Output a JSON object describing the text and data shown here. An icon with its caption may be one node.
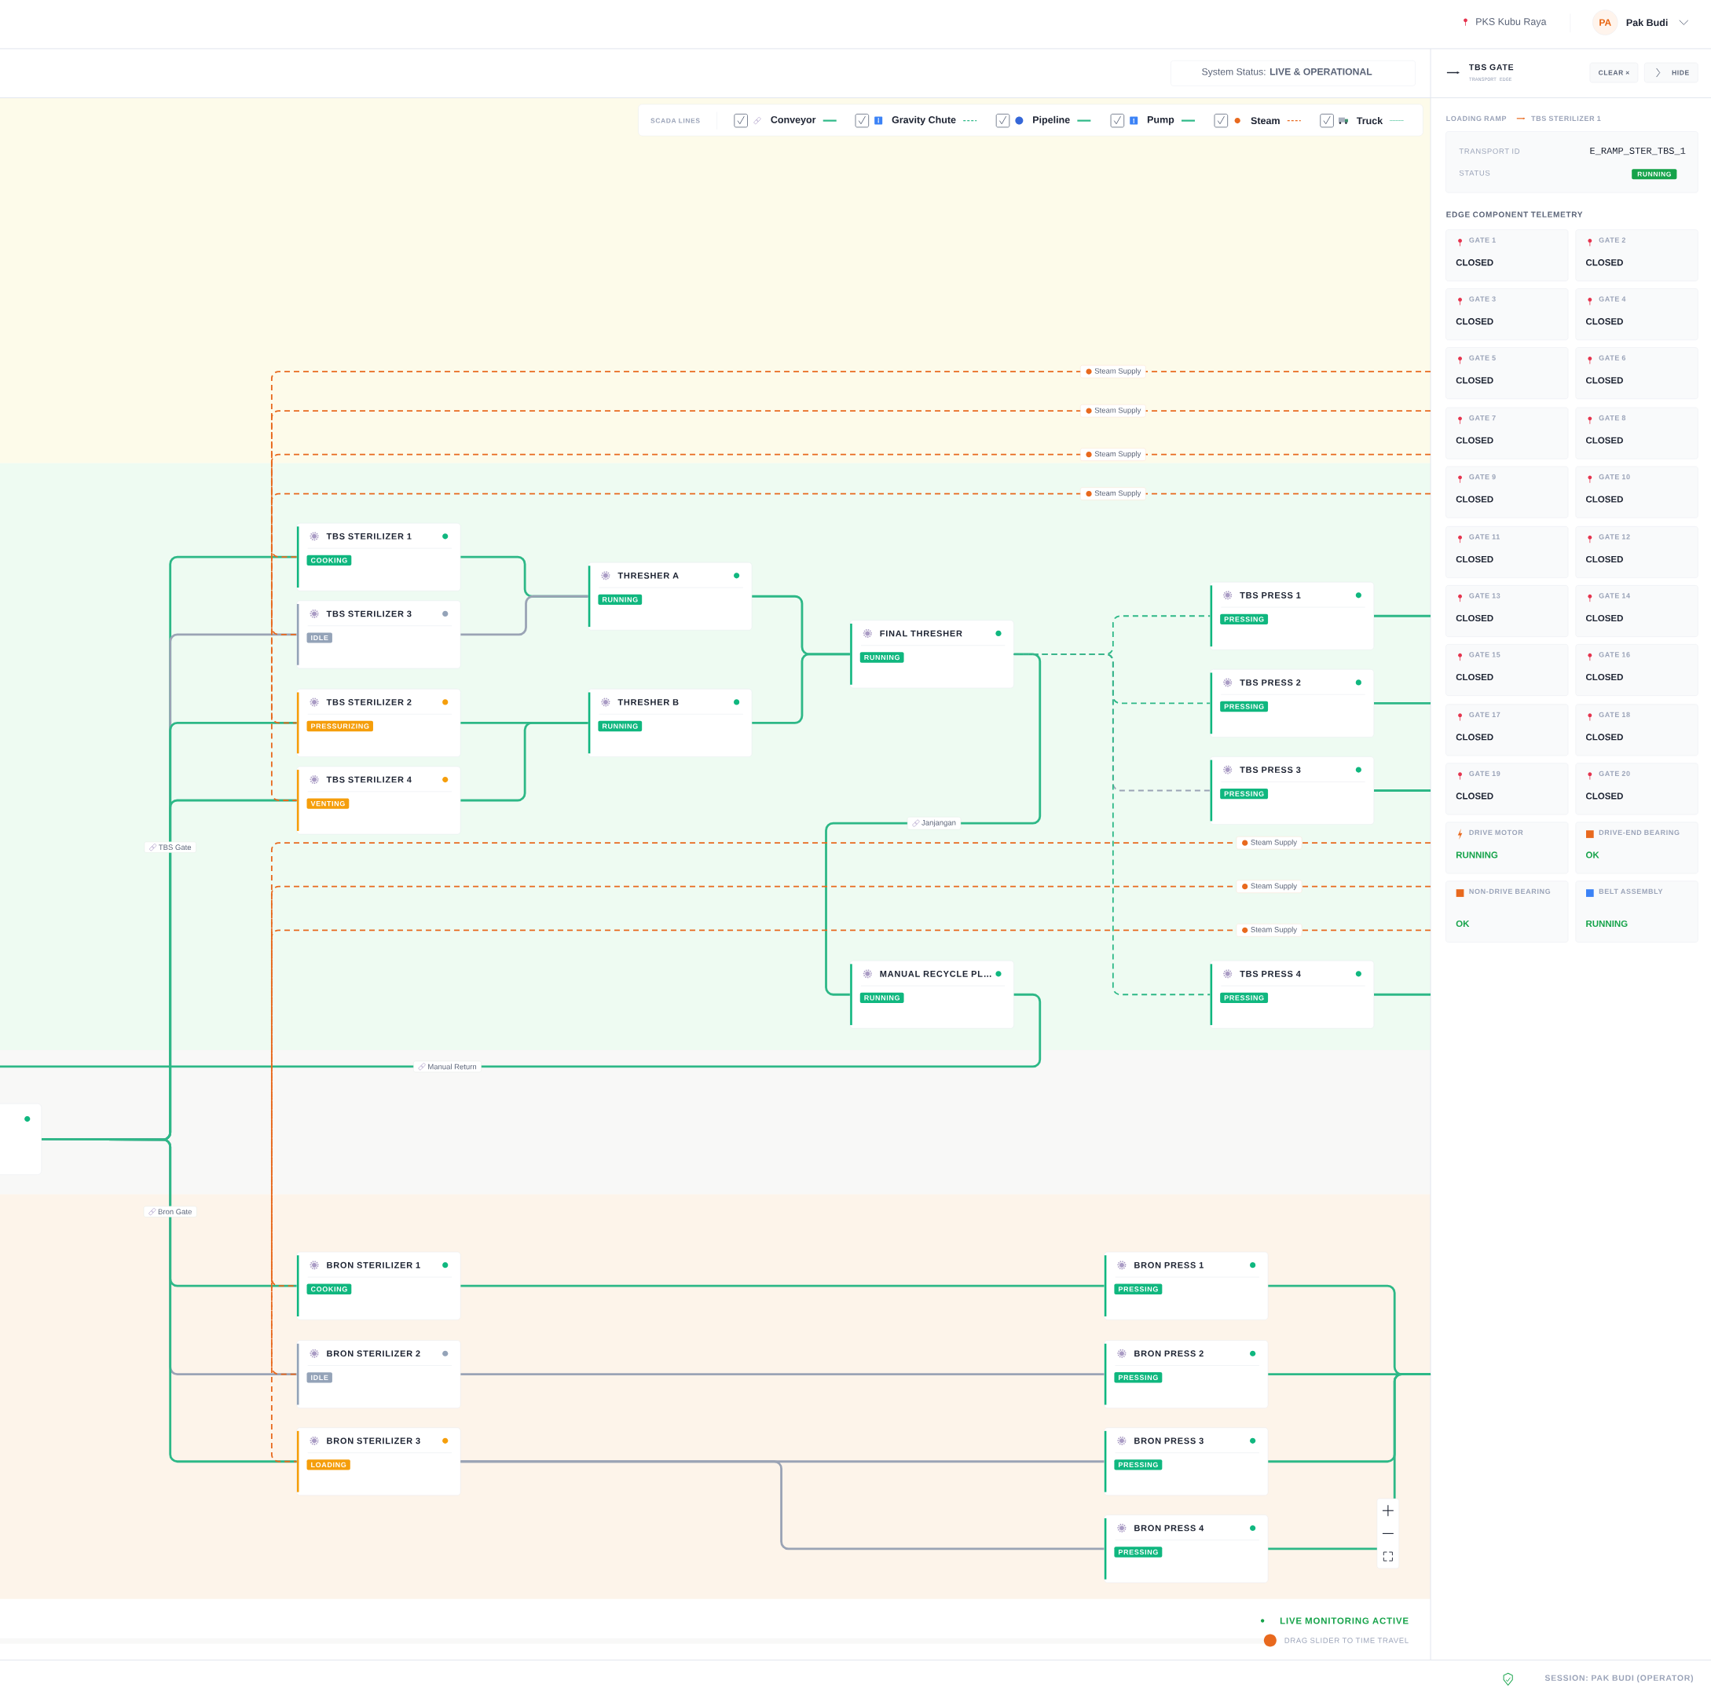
{
  "diagram": {
    "nodes": [
      {
        "text": [
          "TBS STERILIZER 1",
          "COOKING"
        ]
      },
      {
        "text": [
          "TBS STERILIZER 3",
          "IDLE"
        ]
      },
      {
        "text": [
          "TBS STERILIZER 2",
          "PRESSURIZING"
        ]
      },
      {
        "text": [
          "TBS STERILIZER 4",
          "VENTING"
        ]
      },
      {
        "text": [
          "THRESHER A",
          "RUNNING"
        ]
      },
      {
        "text": [
          "THRESHER B",
          "RUNNING"
        ]
      },
      {
        "text": [
          "FINAL THRESHER",
          "RUNNING"
        ]
      },
      {
        "text": [
          "MANUAL RECYCLE PL…",
          "RUNNING"
        ]
      },
      {
        "text": [
          "TBS PRESS 1",
          "PRESSING"
        ]
      },
      {
        "text": [
          "TBS PRESS 2",
          "PRESSING"
        ]
      },
      {
        "text": [
          "TBS PRESS 3",
          "PRESSING"
        ]
      },
      {
        "text": [
          "TBS PRESS 4",
          "PRESSING"
        ]
      },
      {
        "text": [
          "BRON STERILIZER 1",
          "COOKING"
        ]
      },
      {
        "text": [
          "BRON STERILIZER 2",
          "IDLE"
        ]
      },
      {
        "text": [
          "BRON STERILIZER 3",
          "LOADING"
        ]
      },
      {
        "text": [
          "BRON PRESS 1",
          "PRESSING"
        ]
      },
      {
        "text": [
          "BRON PRESS 2",
          "PRESSING"
        ]
      },
      {
        "text": [
          "BRON PRESS 3",
          "PRESSING"
        ]
      },
      {
        "text": [
          "BRON PRESS 4",
          "PRESSING"
        ]
      },
      {
        "text": [],
        "shape": "box"
      }
    ],
    "edges": [
      {
        "from": 19,
        "to": 0,
        "arrow": "none",
        "label": "TBS Gate"
      },
      {
        "from": 19,
        "to": 1,
        "arrow": "none",
        "color": "#9aa3b5"
      },
      {
        "from": 19,
        "to": 2,
        "arrow": "none"
      },
      {
        "from": 19,
        "to": 3,
        "arrow": "none"
      },
      {
        "from": 19,
        "to": 12,
        "arrow": "none",
        "label": "Bron Gate"
      },
      {
        "from": 19,
        "to": 13,
        "arrow": "none",
        "color": "#9aa3b5"
      },
      {
        "from": 19,
        "to": 14,
        "arrow": "none"
      },
      {
        "from": 0,
        "to": 4,
        "arrow": "none"
      },
      {
        "from": 1,
        "to": 4,
        "arrow": "none",
        "color": "#9aa3b5"
      },
      {
        "from": 2,
        "to": 5,
        "arrow": "none"
      },
      {
        "from": 3,
        "to": 5,
        "arrow": "none"
      },
      {
        "from": 4,
        "to": 6,
        "arrow": "none"
      },
      {
        "from": 5,
        "to": 6,
        "arrow": "none"
      },
      {
        "from": 6,
        "to": 7,
        "arrow": "none",
        "label": "Janjangan"
      },
      {
        "from": 6,
        "to": 8,
        "arrow": "none",
        "style": "dashed"
      },
      {
        "from": 6,
        "to": 9,
        "arrow": "none",
        "style": "dashed"
      },
      {
        "from": 6,
        "to": 10,
        "arrow": "none",
        "style": "dashed",
        "color": "#9aa3b5"
      },
      {
        "from": 6,
        "to": 11,
        "arrow": "none",
        "style": "dashed"
      },
      {
        "from": 7,
        "to": 19,
        "arrow": "none",
        "label": "Manual Return"
      },
      {
        "from": 8,
        "to": null,
        "arrow": "none"
      },
      {
        "from": 9,
        "to": null,
        "arrow": "none"
      },
      {
        "from": 10,
        "to": null,
        "arrow": "none"
      },
      {
        "from": 11,
        "to": null,
        "arrow": "none"
      },
      {
        "from": 12,
        "to": 15,
        "arrow": "none"
      },
      {
        "from": 13,
        "to": 16,
        "arrow": "none",
        "color": "#9aa3b5"
      },
      {
        "from": 14,
        "to": 17,
        "arrow": "none",
        "color": "#9aa3b5"
      },
      {
        "from": 14,
        "to": 18,
        "arrow": "none",
        "color": "#9aa3b5"
      },
      {
        "from": 15,
        "to": null,
        "arrow": "none"
      },
      {
        "from": 16,
        "to": null,
        "arrow": "none"
      },
      {
        "from": 17,
        "to": null,
        "arrow": "none"
      },
      {
        "from": 18,
        "to": null,
        "arrow": "none"
      },
      {
        "from": null,
        "to": 0,
        "arrow": "none",
        "label": "Steam Supply",
        "style": "dashed",
        "color": "#e8691e"
      },
      {
        "from": null,
        "to": 1,
        "arrow": "none",
        "label": "Steam Supply",
        "style": "dashed",
        "color": "#e8691e"
      },
      {
        "from": null,
        "to": 2,
        "arrow": "none",
        "label": "Steam Supply",
        "style": "dashed",
        "color": "#e8691e"
      },
      {
        "from": null,
        "to": 3,
        "arrow": "none",
        "label": "Steam Supply",
        "style": "dashed",
        "color": "#e8691e"
      },
      {
        "from": null,
        "to": 12,
        "arrow": "none",
        "label": "Steam Supply",
        "style": "dashed",
        "color": "#e8691e"
      },
      {
        "from": null,
        "to": 13,
        "arrow": "none",
        "label": "Steam Supply",
        "style": "dashed",
        "color": "#e8691e"
      },
      {
        "from": null,
        "to": 14,
        "arrow": "none",
        "label": "Steam Supply",
        "style": "dashed",
        "color": "#e8691e"
      }
    ],
    "labels": [
      "PKS Kubu Raya",
      "PA",
      "Pak Budi",
      "System Status: **LIVE & OPERATIONAL**",
      "TBS GATE",
      "TRANSPORT EDGE",
      "CLEAR ×",
      "HIDE",
      "SCADA LINES",
      "LOADING RAMP",
      "TBS STERILIZER 1",
      "TRANSPORT ID",
      "E_RAMP_STER_TBS_1",
      "STATUS",
      "RUNNING",
      "EDGE COMPONENT TELEMETRY",
      "GATE 1",
      "CLOSED",
      "GATE 2",
      "CLOSED",
      "GATE 3",
      "CLOSED",
      "GATE 4",
      "CLOSED",
      "GATE 5",
      "CLOSED",
      "GATE 6",
      "CLOSED",
      "GATE 7",
      "CLOSED",
      "GATE 8",
      "CLOSED",
      "GATE 9",
      "CLOSED",
      "GATE 10",
      "CLOSED",
      "GATE 11",
      "CLOSED",
      "GATE 12",
      "CLOSED",
      "GATE 13",
      "CLOSED",
      "GATE 14",
      "CLOSED",
      "GATE 15",
      "CLOSED",
      "GATE 16",
      "CLOSED",
      "GATE 17",
      "CLOSED",
      "GATE 18",
      "CLOSED",
      "GATE 19",
      "CLOSED",
      "GATE 20",
      "CLOSED",
      "DRIVE MOTOR",
      "RUNNING",
      "DRIVE-END BEARING",
      "OK",
      "NON-DRIVE BEARING",
      "OK",
      "BELT ASSEMBLY",
      "RUNNING",
      "LIVE MONITORING ACTIVE",
      "DRAG SLIDER TO TIME TRAVEL",
      "SESSION: PAK BUDI (OPERATOR)"
    ],
    "legend": [
      {
        "text": "Conveyor"
      },
      {
        "text": "Gravity Chute"
      },
      {
        "text": "Pipeline"
      },
      {
        "text": "Pump"
      },
      {
        "text": "Steam"
      },
      {
        "text": "Truck"
      }
    ]
  }
}
